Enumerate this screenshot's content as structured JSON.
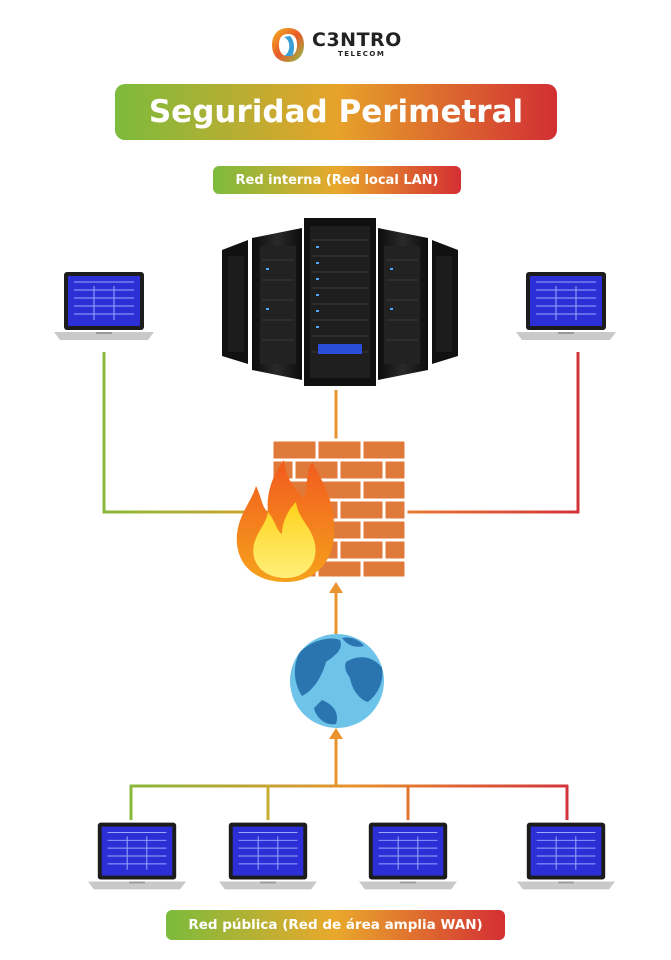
{
  "logo": {
    "name": "C3NTRO",
    "sub": "TELECOM"
  },
  "title": "Seguridad Perimetral",
  "labels": {
    "lan": "Red interna (Red local LAN)",
    "wan": "Red pública (Red de área amplia WAN)"
  },
  "colors": {
    "green": "#8ab83a",
    "orange": "#e8932e",
    "red": "#d3343a",
    "firewall_brick": "#e07a3a",
    "globe_water": "#6ec3e9",
    "globe_land": "#2a74b0",
    "laptop_screen": "#2c2fd6"
  },
  "icons": {
    "logo": "c3ntro-logo-icon",
    "server": "server-rack-icon",
    "firewall": "firewall-icon",
    "globe": "globe-icon",
    "laptop": "laptop-icon"
  }
}
